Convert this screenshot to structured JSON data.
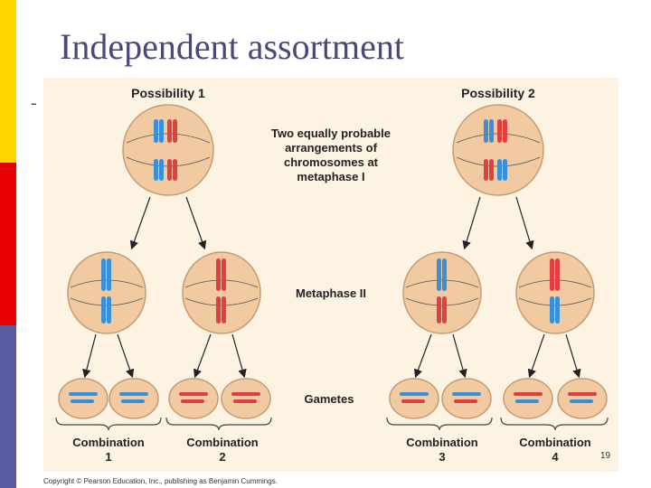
{
  "slide": {
    "title": "Independent assortment",
    "bullet": "-",
    "page_number": "19",
    "sidebar_colors": [
      "#ffd700",
      "#e60000",
      "#5a5aa0"
    ]
  },
  "figure": {
    "background": "#fdf3e3",
    "cell_color": "#f2caa2",
    "chromosome_colors": {
      "maternal": "#3a8fd6",
      "paternal": "#e04040"
    },
    "possibility_1": "Possibility 1",
    "possibility_2": "Possibility 2",
    "center_label_lines": [
      "Two equally probable",
      "arrangements of",
      "chromosomes at",
      "metaphase I"
    ],
    "metaphase_label": "Metaphase II",
    "gametes_label": "Gametes",
    "combinations": [
      {
        "label": "Combination",
        "number": "1"
      },
      {
        "label": "Combination",
        "number": "2"
      },
      {
        "label": "Combination",
        "number": "3"
      },
      {
        "label": "Combination",
        "number": "4"
      }
    ],
    "copyright": "Copyright © Pearson Education, Inc., publishing as Benjamin Cummings."
  }
}
